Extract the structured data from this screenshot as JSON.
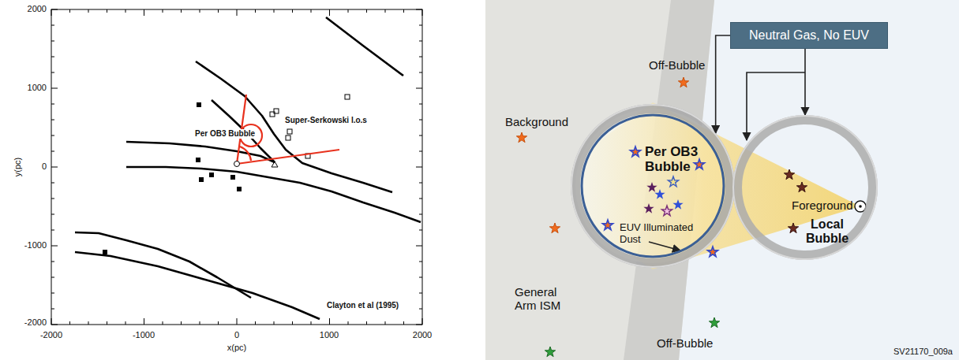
{
  "diagram": {
    "nodes": [
      {
        "text": [
          "Neutral Gas, No EUV"
        ]
      },
      {
        "text": [
          "Per OB3 Bubble",
          "EUV Illuminated Dust"
        ]
      },
      {
        "text": [
          "Foreground",
          "Local Bubble"
        ]
      }
    ],
    "edges": [
      {
        "from": 0,
        "to": 1,
        "arrow": "to"
      },
      {
        "from": 0,
        "to": 2,
        "arrow": "to"
      }
    ],
    "labels": [
      "2000",
      "1000",
      "0",
      "-1000",
      "-2000",
      "-2000",
      "-1000",
      "0",
      "1000",
      "2000",
      "x(pc)",
      "y(pc)",
      "Super-Serkowski l.o.s",
      "Per OB3 Bubble",
      "Clayton et al (1995)",
      "Off-Bubble",
      "Background",
      "General Arm ISM",
      "Off-Bubble",
      "SV21170_009a"
    ]
  }
}
